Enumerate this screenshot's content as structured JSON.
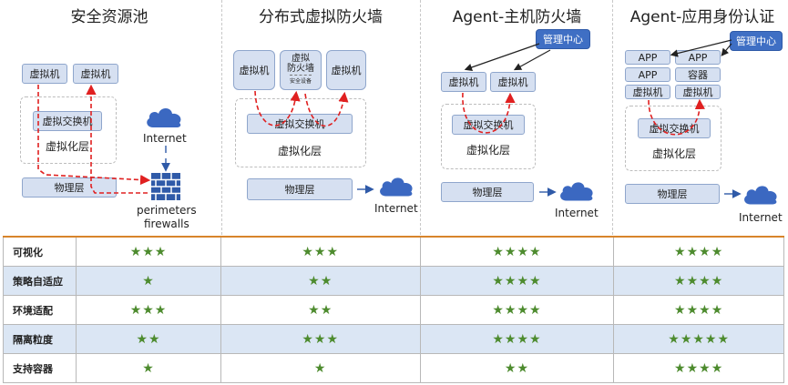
{
  "colors": {
    "accent": "#3f6fc4",
    "box": "#d6e0f1",
    "arrow": "#e02020",
    "star": "#4d8b2e",
    "cloud": "#3b68c1"
  },
  "icons": {
    "cloud": "cloud-icon",
    "firewall": "firewall-icon"
  },
  "columns": [
    {
      "title": "安全资源池",
      "vm1": "虚拟机",
      "vm2": "虚拟机",
      "vswitch": "虚拟交换机",
      "virt": "虚拟化层",
      "phys": "物理层",
      "internet": "Internet",
      "perimeter1": "perimeters",
      "perimeter2": "firewalls"
    },
    {
      "title": "分布式虚拟防火墙",
      "vm1": "虚拟机",
      "vm_fw1": "虚拟",
      "vm_fw2": "防火墙",
      "vm_fw3": "安全设备",
      "vm3": "虚拟机",
      "vswitch": "虚拟交换机",
      "virt": "虚拟化层",
      "phys": "物理层",
      "internet": "Internet"
    },
    {
      "title": "Agent-主机防火墙",
      "mgmt": "管理中心",
      "vm1": "虚拟机",
      "vm2": "虚拟机",
      "vswitch": "虚拟交换机",
      "virt": "虚拟化层",
      "phys": "物理层",
      "internet": "Internet"
    },
    {
      "title": "Agent-应用身份认证",
      "mgmt": "管理中心",
      "app1": "APP",
      "app2": "APP",
      "app3": "APP",
      "container": "容器",
      "vm1": "虚拟机",
      "vm2": "虚拟机",
      "vswitch": "虚拟交换机",
      "virt": "虚拟化层",
      "phys": "物理层",
      "internet": "Internet"
    }
  ],
  "table": {
    "rows": [
      {
        "label": "可视化",
        "ratings": [
          "★★★",
          "★★★",
          "★★★★",
          "★★★★"
        ]
      },
      {
        "label": "策略自适应",
        "ratings": [
          "★",
          "★★",
          "★★★★",
          "★★★★"
        ]
      },
      {
        "label": "环境适配",
        "ratings": [
          "★★★",
          "★★",
          "★★★★",
          "★★★★"
        ]
      },
      {
        "label": "隔离粒度",
        "ratings": [
          "★★",
          "★★★",
          "★★★★",
          "★★★★★"
        ]
      },
      {
        "label": "支持容器",
        "ratings": [
          "★",
          "★",
          "★★",
          "★★★★"
        ]
      }
    ]
  }
}
